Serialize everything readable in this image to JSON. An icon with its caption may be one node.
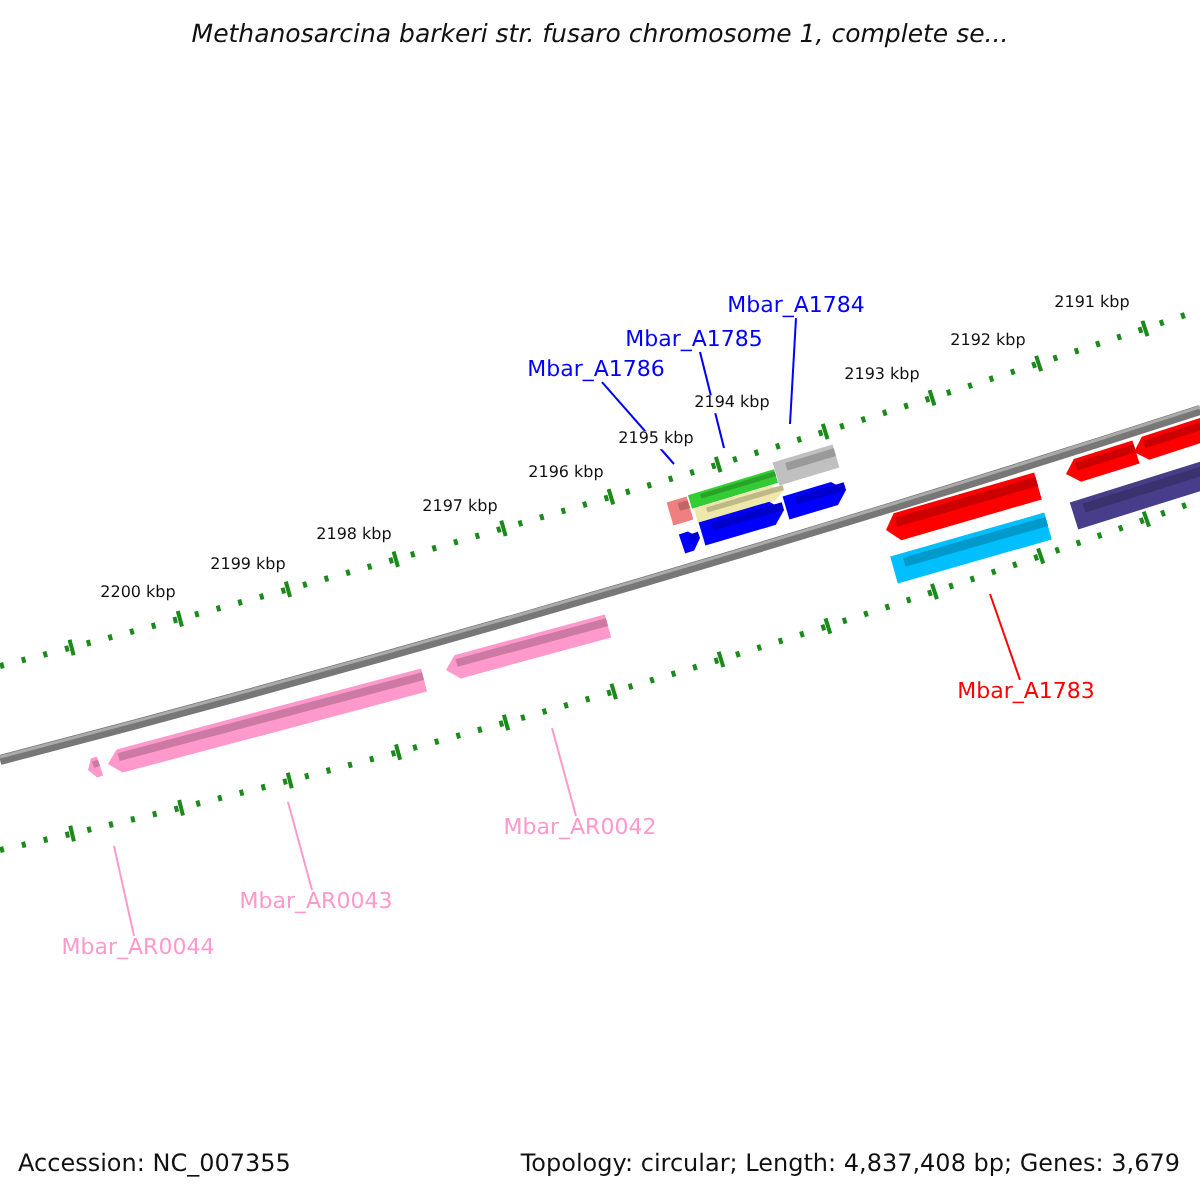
{
  "diagram": {
    "title": "Methanosarcina barkeri str. fusaro chromosome 1, complete se...",
    "nodes": [
      {
        "text": [
          "Mbar_A1784"
        ]
      },
      {
        "text": [
          "Mbar_A1785"
        ]
      },
      {
        "text": [
          "Mbar_A1786"
        ]
      },
      {
        "text": [
          "Mbar_A1783"
        ]
      },
      {
        "text": [
          "Mbar_AR0042"
        ]
      },
      {
        "text": [
          "Mbar_AR0043"
        ]
      },
      {
        "text": [
          "Mbar_AR0044"
        ]
      }
    ],
    "edges": [
      {
        "from": 0,
        "to": null,
        "arrow": "none",
        "color": "#0000ff"
      },
      {
        "from": 1,
        "to": null,
        "arrow": "none",
        "color": "#0000ff"
      },
      {
        "from": 2,
        "to": null,
        "arrow": "none",
        "color": "#0000ff"
      },
      {
        "from": 3,
        "to": null,
        "arrow": "none",
        "color": "#ff0000"
      },
      {
        "from": 4,
        "to": null,
        "arrow": "none",
        "color": "#ff99cc"
      },
      {
        "from": 5,
        "to": null,
        "arrow": "none",
        "color": "#ff99cc"
      },
      {
        "from": 6,
        "to": null,
        "arrow": "none",
        "color": "#ff99cc"
      }
    ],
    "labels": [
      "2191 kbp",
      "2192 kbp",
      "2193 kbp",
      "2194 kbp",
      "2195 kbp",
      "2196 kbp",
      "2197 kbp",
      "2198 kbp",
      "2199 kbp",
      "2200 kbp",
      "Accession: NC_007355",
      "Topology: circular; Length: 4,837,408 bp; Genes: 3,679"
    ]
  }
}
